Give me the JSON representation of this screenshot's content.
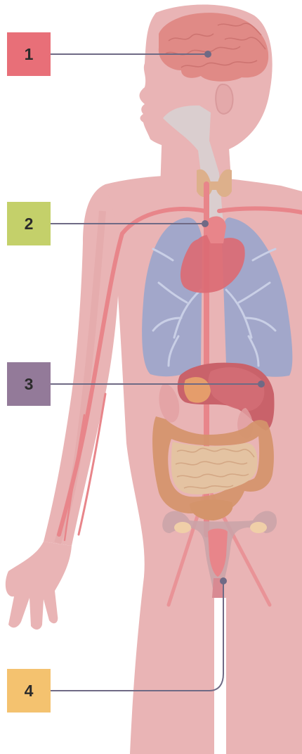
{
  "labels": [
    {
      "id": "1",
      "text": "1",
      "color": "#e86f78",
      "target": "brain"
    },
    {
      "id": "2",
      "text": "2",
      "color": "#c4d06a",
      "target": "heart"
    },
    {
      "id": "3",
      "text": "3",
      "color": "#937a99",
      "target": "liver"
    },
    {
      "id": "4",
      "text": "4",
      "color": "#f4c26f",
      "target": "reproductive-organ"
    }
  ],
  "colors": {
    "body": "#e9b4b5",
    "body_shadow": "#e2a6a8",
    "organ_brain": "#e08a86",
    "artery": "#e8858a",
    "lungs": "#9ea6cb",
    "bronchi": "#c9cfe6",
    "heart": "#db6b74",
    "liver": "#c9626a",
    "intestine": "#d7a087",
    "colon": "#d4946b",
    "thyroid": "#ddb08b",
    "trachea": "#d7d2d4",
    "leader_line": "#6f6a85"
  }
}
